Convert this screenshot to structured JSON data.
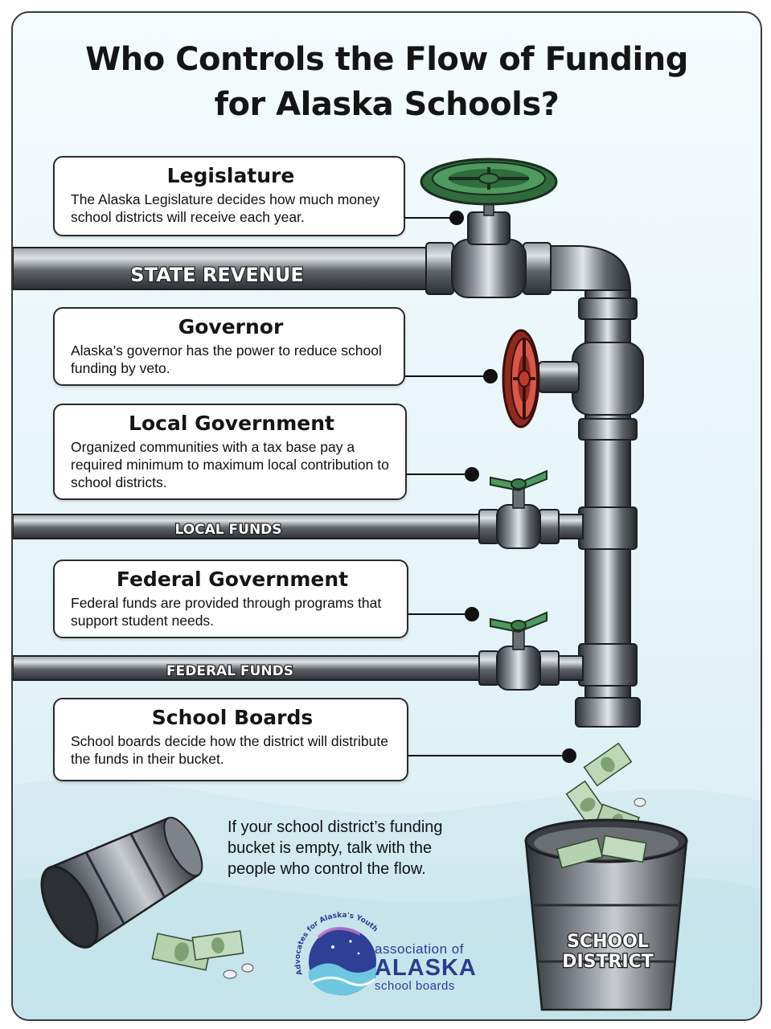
{
  "title": {
    "line1": "Who Controls the Flow of Funding",
    "line2": "for Alaska Schools?"
  },
  "boxes": [
    {
      "heading": "Legislature",
      "text": "The Alaska Legislature decides how much money school districts will receive each year."
    },
    {
      "heading": "Governor",
      "text": "Alaska’s governor has the power to reduce school funding by veto."
    },
    {
      "heading": "Local Government",
      "text": "Organized communities with a tax base pay a required minimum to maximum local contribution to school districts."
    },
    {
      "heading": "Federal Government",
      "text": "Federal funds are provided through programs that support student needs."
    },
    {
      "heading": "School Boards",
      "text": "School boards decide how the district will distribute the funds in their bucket."
    }
  ],
  "pipes": {
    "state": "STATE REVENUE",
    "local": "LOCAL FUNDS",
    "federal": "FEDERAL FUNDS"
  },
  "bucket": {
    "line1": "SCHOOL",
    "line2": "DISTRICT"
  },
  "cta": "If your school district’s funding bucket is empty, talk with the people who control the flow.",
  "logo": {
    "arc": "Advocates for Alaska's Youth",
    "line1": "association of",
    "line2": "ALASKA",
    "line3": "school boards"
  },
  "colors": {
    "valve_green": "#3d7a4a",
    "valve_red": "#c0392b",
    "pipe_gray": "#5d6166",
    "logo_blue": "#2a3d8f"
  }
}
